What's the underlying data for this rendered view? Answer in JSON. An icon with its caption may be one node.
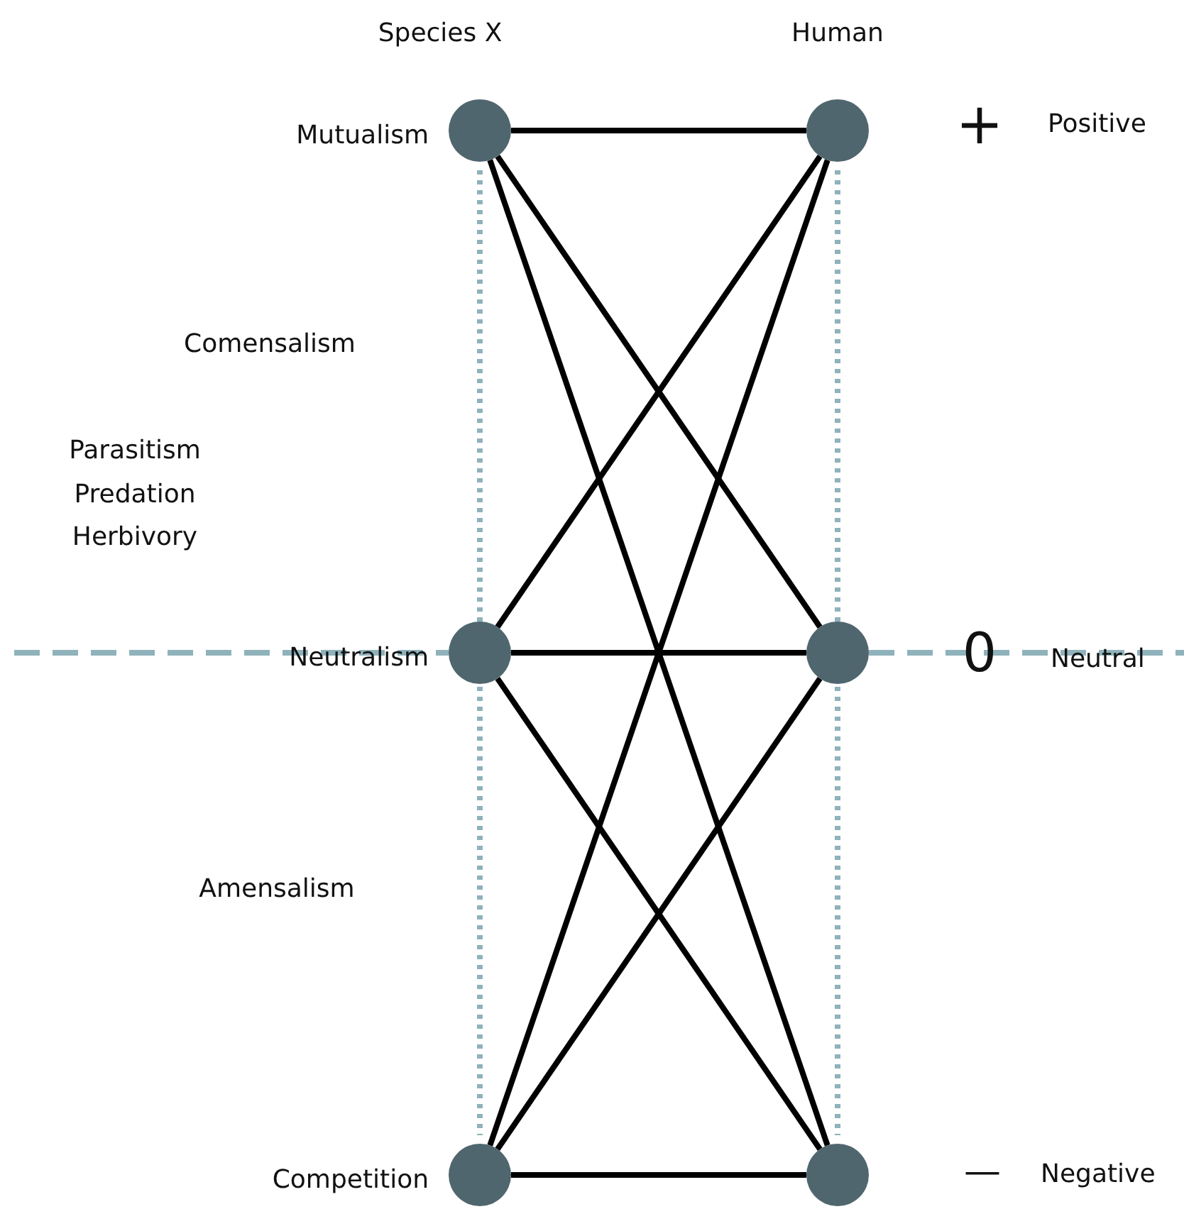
{
  "diagram": {
    "nodes": [
      {
        "text": [],
        "shape": "circle",
        "beside": [
          "Mutualism"
        ]
      },
      {
        "text": [],
        "shape": "circle"
      },
      {
        "text": [],
        "shape": "circle",
        "beside": [
          "Neutralism"
        ]
      },
      {
        "text": [],
        "shape": "circle"
      },
      {
        "text": [],
        "shape": "circle",
        "beside": [
          "Competition"
        ]
      },
      {
        "text": [],
        "shape": "circle"
      }
    ],
    "edges": [
      {
        "from": 0,
        "to": 1,
        "arrow": "none"
      },
      {
        "from": 0,
        "to": 3,
        "arrow": "none"
      },
      {
        "from": 0,
        "to": 5,
        "arrow": "none"
      },
      {
        "from": 1,
        "to": 2,
        "arrow": "none"
      },
      {
        "from": 1,
        "to": 4,
        "arrow": "none"
      },
      {
        "from": 2,
        "to": 3,
        "arrow": "none"
      },
      {
        "from": 2,
        "to": 5,
        "arrow": "none"
      },
      {
        "from": 3,
        "to": 4,
        "arrow": "none"
      },
      {
        "from": 4,
        "to": 5,
        "arrow": "none"
      }
    ],
    "labels": [
      "Species X",
      "Human",
      "+",
      "Positive",
      "Comensalism",
      "Parasitism Predation Herbivory",
      "0",
      "Neutral",
      "Amensalism",
      "—",
      "Negative"
    ]
  }
}
